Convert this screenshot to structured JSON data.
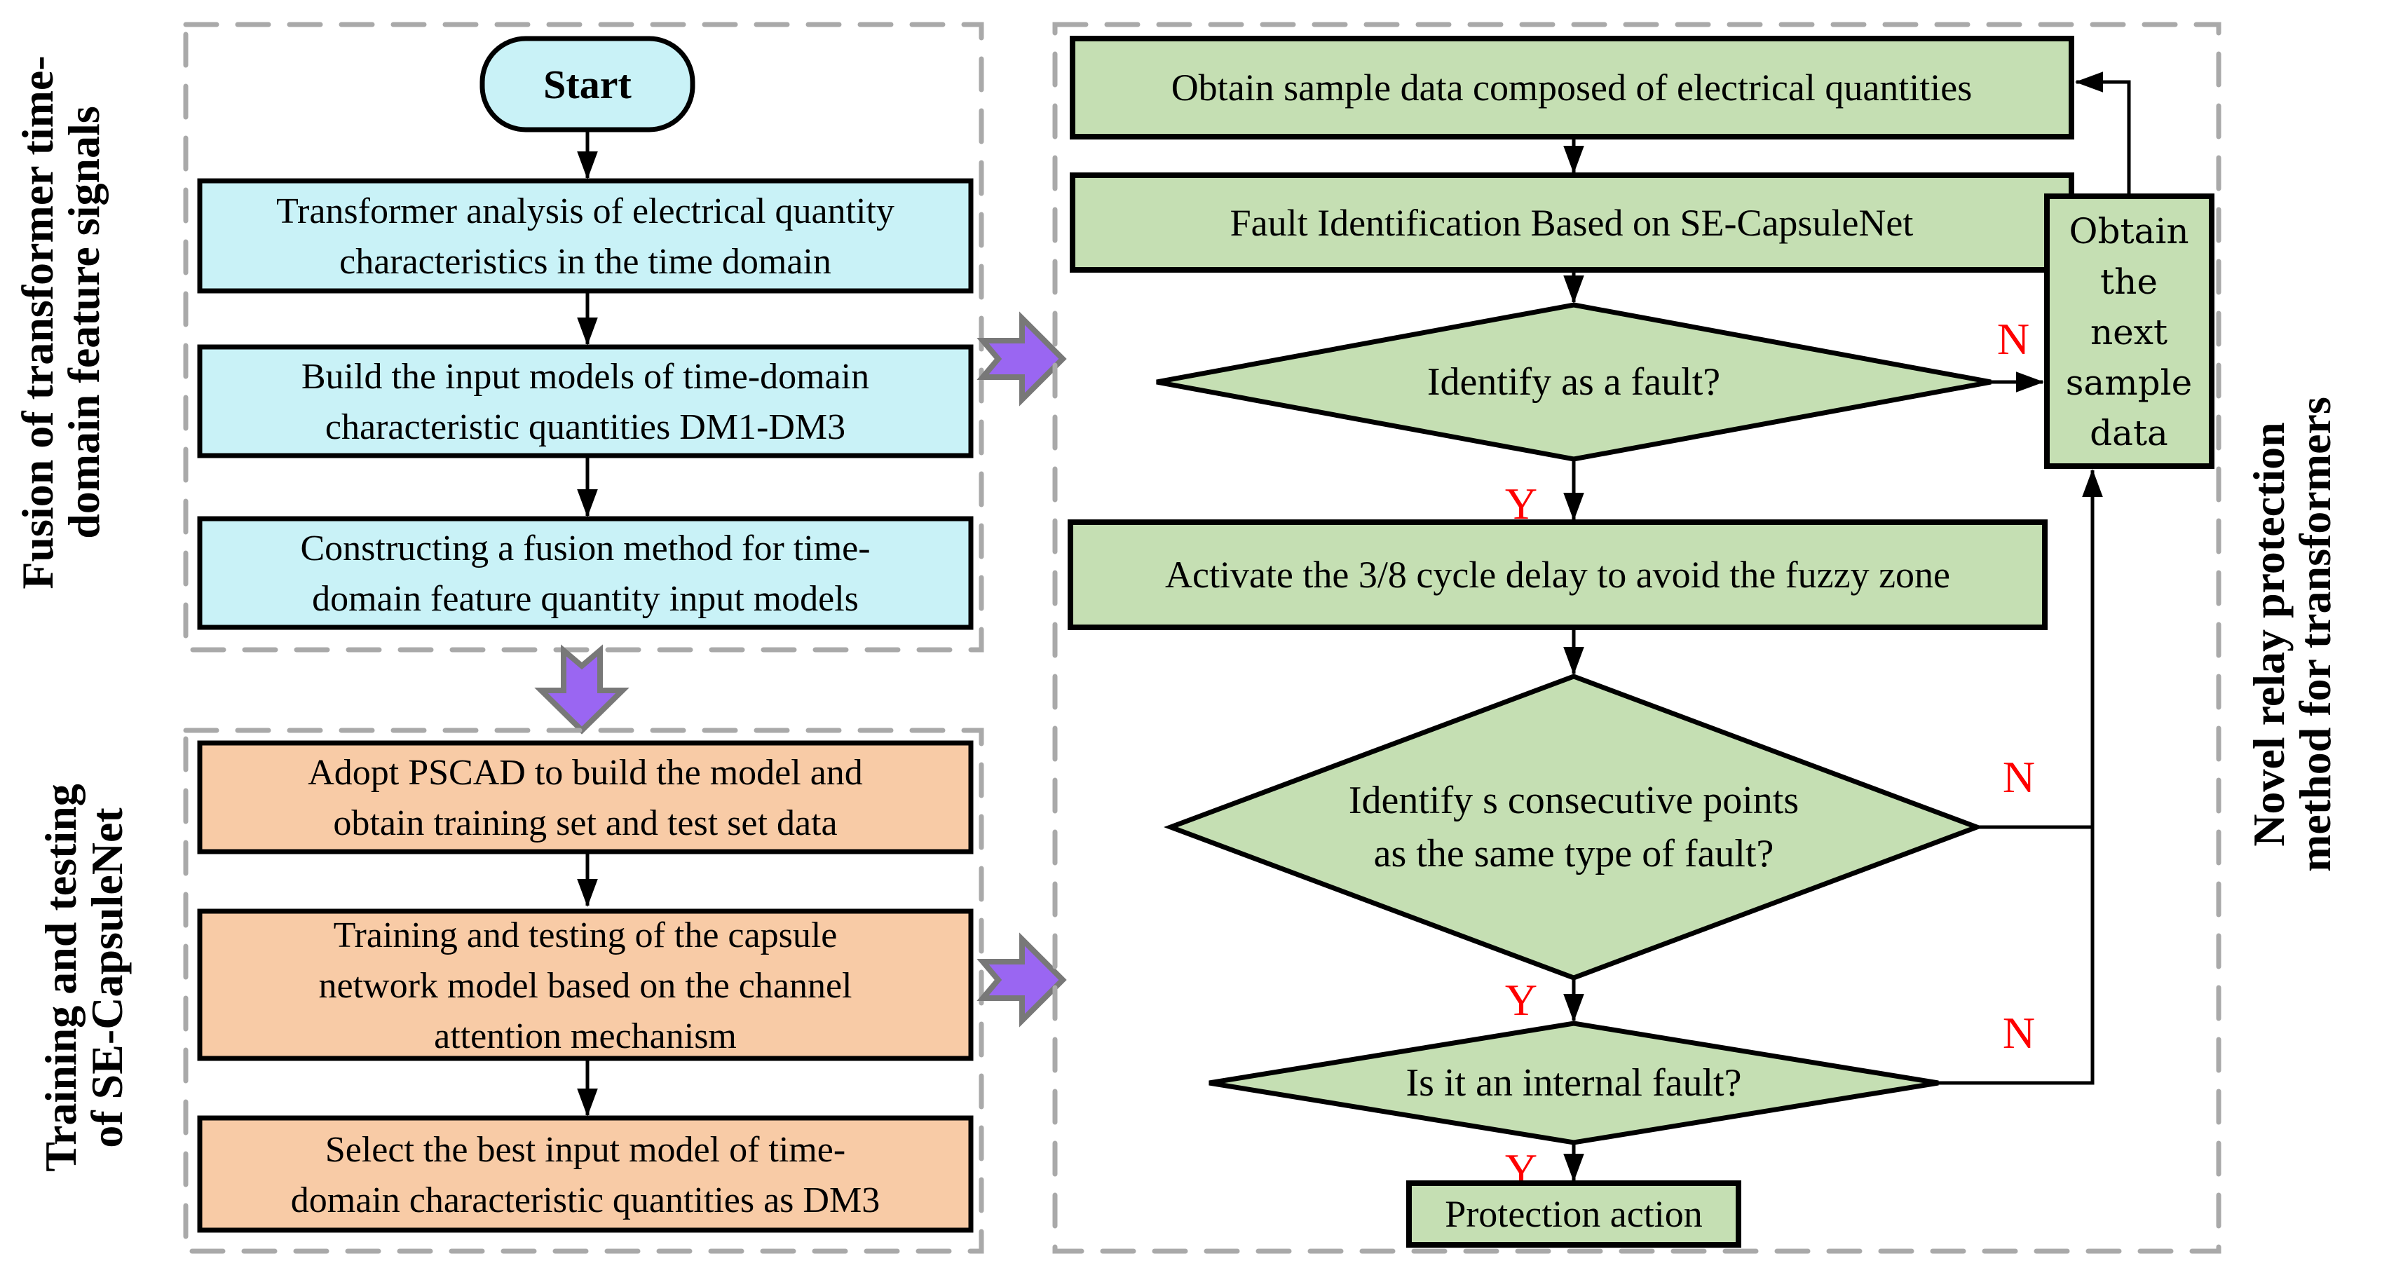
{
  "figure": {
    "type": "flowchart",
    "title_hint": "Novel transformer relay protection method flowchart"
  },
  "colors": {
    "cyan_fill": "#c9f2f7",
    "orange_fill": "#f8cba6",
    "green_fill": "#c5dfb3",
    "purple_arrow": "#9a66f2",
    "purple_arrow_border": "#787878",
    "dashed_border": "#a9a9a9",
    "decision_label_red": "#fe0000",
    "shape_border": "#000000"
  },
  "panels": {
    "fusion": [
      "Fusion of transformer time-",
      "domain feature signals"
    ],
    "training": [
      "Training and testing",
      "of SE-CapsuleNet"
    ],
    "protection": [
      "Novel relay protection",
      "method for transformers"
    ]
  },
  "nodes": {
    "start": "Start",
    "transformer_analysis": [
      "Transformer analysis of electrical quantity",
      "characteristics in the time domain"
    ],
    "build_input_models": [
      "Build the input models of time-domain",
      "characteristic quantities DM1-DM3"
    ],
    "fusion_method": [
      "Constructing a fusion method for time-",
      "domain feature quantity input models"
    ],
    "adopt_pscad": [
      "Adopt PSCAD to build the model and",
      "obtain training set and test set data"
    ],
    "training_testing": [
      "Training and testing of the capsule",
      "network model based on the channel",
      "attention mechanism"
    ],
    "select_best": [
      "Select the best input model of time-",
      "domain characteristic quantities as DM3"
    ],
    "obtain_sample": "Obtain sample data composed of electrical quantities",
    "fault_identification": "Fault Identification Based on SE-CapsuleNet",
    "identify_fault": "Identify as a fault?",
    "activate_delay": "Activate the 3/8 cycle delay to avoid the fuzzy zone",
    "identify_consecutive": [
      "Identify s consecutive points",
      "as the same type of fault?"
    ],
    "internal_fault": "Is it an internal fault?",
    "obtain_next": [
      "Obtain",
      "the",
      "next",
      "sample",
      "data"
    ],
    "protection_action": "Protection action"
  },
  "yn": {
    "y": "Y",
    "n": "N"
  }
}
